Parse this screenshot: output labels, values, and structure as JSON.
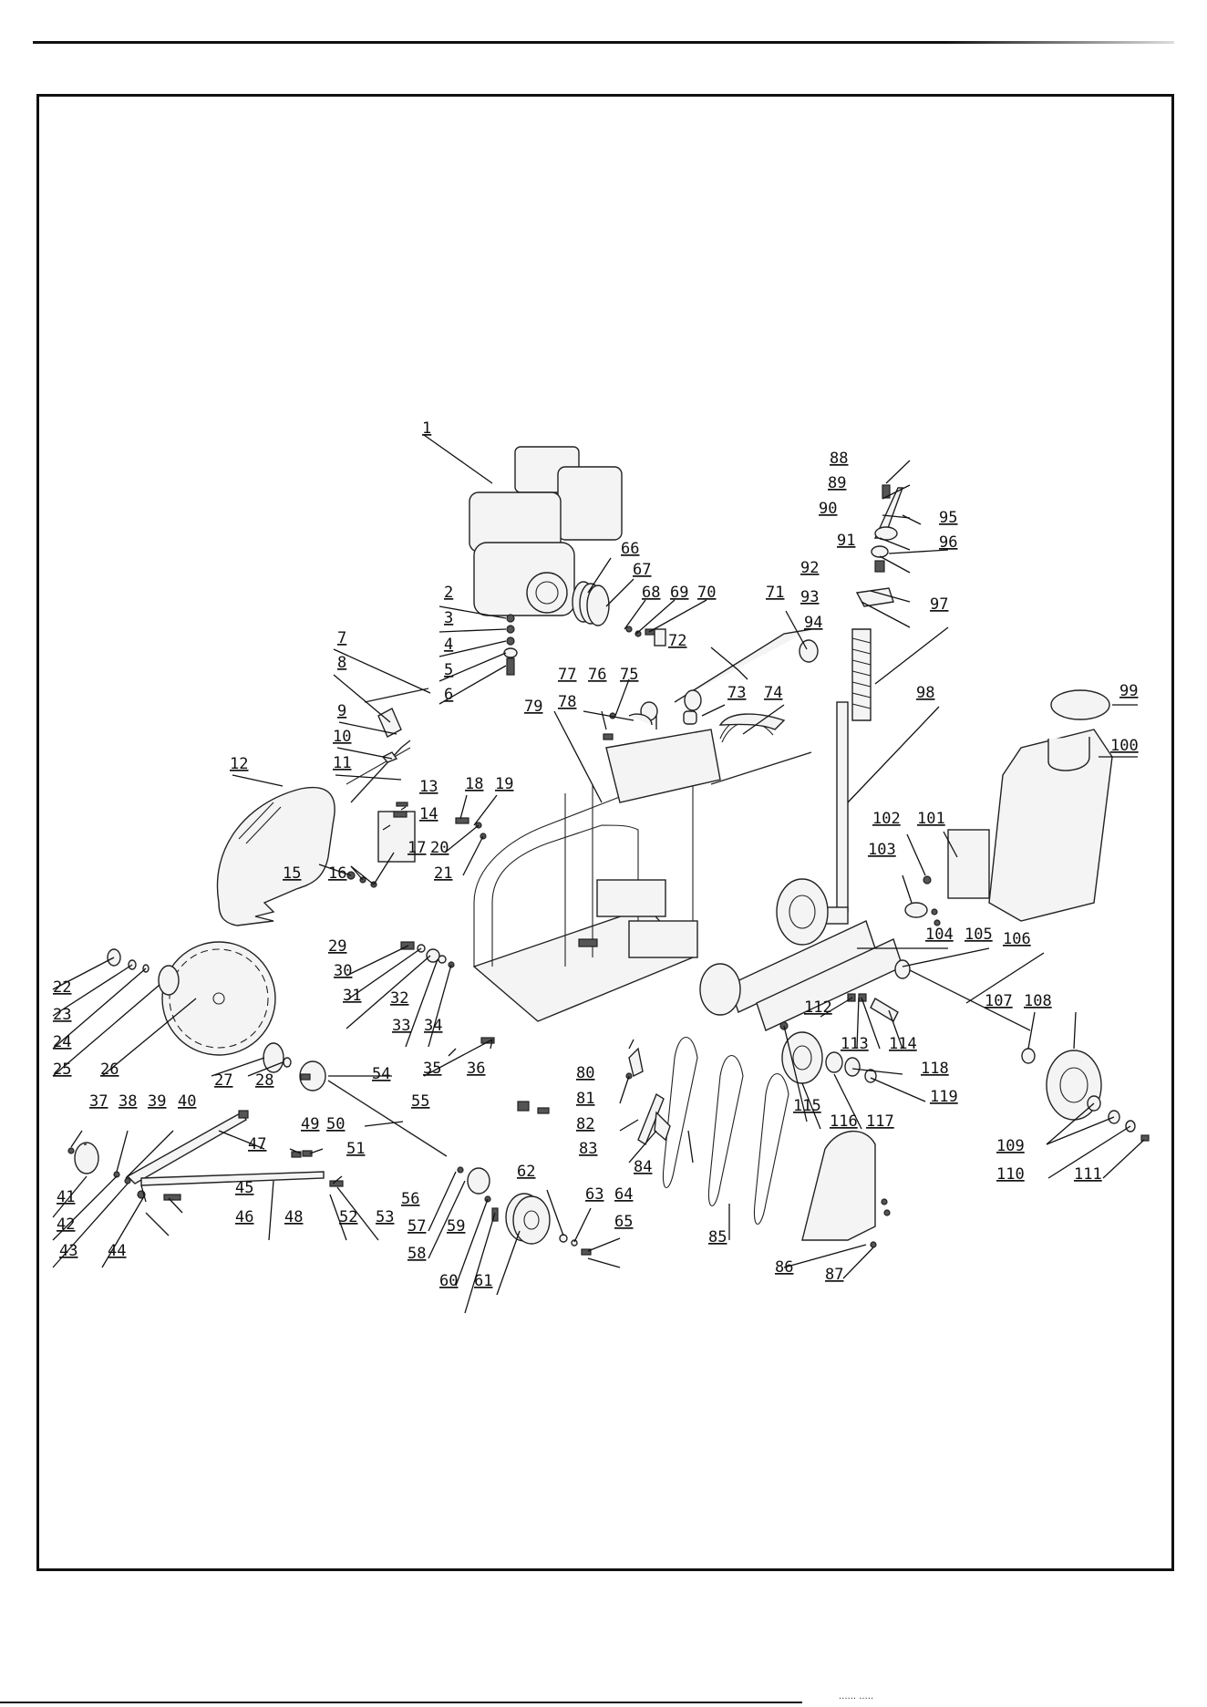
{
  "footer": {
    "text": "······ ·····"
  },
  "labels": [
    "1",
    "2",
    "3",
    "4",
    "5",
    "6",
    "7",
    "8",
    "9",
    "10",
    "11",
    "12",
    "13",
    "14",
    "15",
    "16",
    "17",
    "18",
    "19",
    "20",
    "21",
    "22",
    "23",
    "24",
    "25",
    "26",
    "27",
    "28",
    "29",
    "30",
    "31",
    "32",
    "33",
    "34",
    "35",
    "36",
    "37",
    "38",
    "39",
    "40",
    "41",
    "42",
    "43",
    "44",
    "45",
    "46",
    "47",
    "48",
    "49",
    "50",
    "51",
    "52",
    "53",
    "54",
    "55",
    "56",
    "57",
    "58",
    "59",
    "60",
    "61",
    "62",
    "63",
    "64",
    "65",
    "66",
    "67",
    "68",
    "69",
    "70",
    "71",
    "72",
    "73",
    "74",
    "75",
    "76",
    "77",
    "78",
    "79",
    "80",
    "81",
    "82",
    "83",
    "84",
    "85",
    "86",
    "87",
    "88",
    "89",
    "90",
    "91",
    "92",
    "93",
    "94",
    "95",
    "96",
    "97",
    "98",
    "99",
    "100",
    "101",
    "102",
    "103",
    "104",
    "105",
    "106",
    "107",
    "108",
    "109",
    "110",
    "111",
    "112",
    "113",
    "114",
    "115",
    "116",
    "117",
    "118",
    "119"
  ]
}
